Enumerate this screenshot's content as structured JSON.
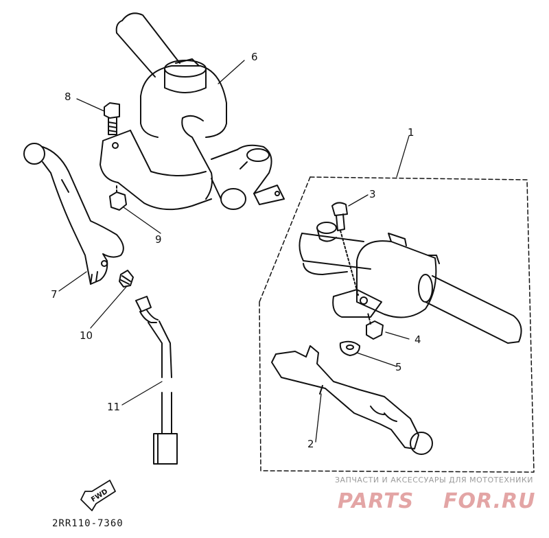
{
  "callouts": {
    "c1": "1",
    "c2": "2",
    "c3": "3",
    "c4": "4",
    "c5": "5",
    "c6": "6",
    "c7": "7",
    "c8": "8",
    "c9": "9",
    "c10": "10",
    "c11": "11"
  },
  "fwd_label": "FWD",
  "part_code": "2RR110-7360",
  "watermark": {
    "tagline": "ЗАПЧАСТИ И АКСЕССУАРЫ ДЛЯ МОТОТЕХНИКИ",
    "brand_1": "PARTS",
    "brand_2": "FOR.RU",
    "brand_color": "#e3a5a5"
  }
}
